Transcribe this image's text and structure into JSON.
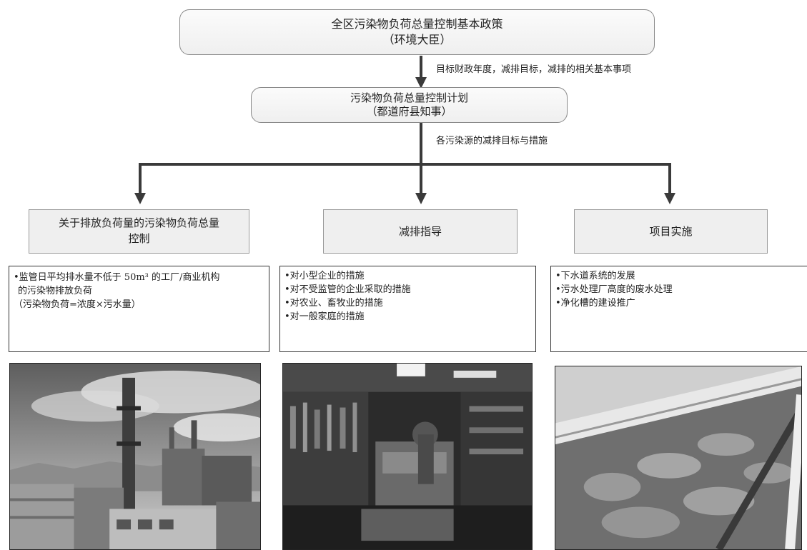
{
  "top": {
    "title": "全区污染物负荷总量控制基本政策",
    "sub": "（环境大臣）",
    "note": "目标财政年度，减排目标，减排的相关基本事项"
  },
  "mid": {
    "title": "污染物负荷总量控制计划",
    "sub": "（都道府县知事）",
    "note": "各污染源的减排目标与措施"
  },
  "branches": [
    {
      "title_line1": "关于排放负荷量的污染物负荷总量",
      "title_line2": "控制",
      "items": [
        "•监管日平均排水量不低于 50m³ 的工厂/商业机构",
        "的污染物排放负荷",
        "（污染物负荷=浓度×污水量）"
      ]
    },
    {
      "title": "减排指导",
      "items": [
        "•对小型企业的措施",
        "•对不受监管的企业采取的措施",
        "•对农业、畜牧业的措施",
        "•对一般家庭的措施"
      ]
    },
    {
      "title": "项目实施",
      "items": [
        "•下水道系统的发展",
        "•污水处理厂高度的废水处理",
        "•净化槽的建设推广"
      ]
    }
  ],
  "colors": {
    "arrow": "#3a3a3a",
    "box_fill": "#efefef",
    "border": "#8a8a8a"
  },
  "icons": [
    "factory-photo",
    "workshop-photo",
    "treatment-tank-photo"
  ]
}
